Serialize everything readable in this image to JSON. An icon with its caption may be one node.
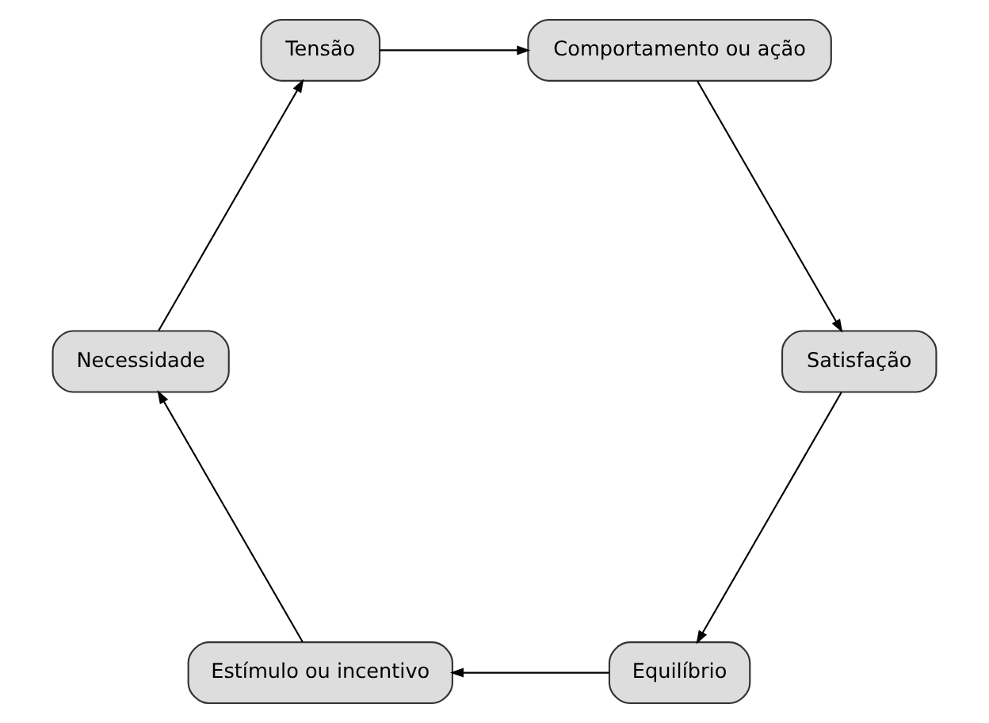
{
  "diagram": {
    "nodes": [
      {
        "text": [
          "Equilíbrio"
        ]
      },
      {
        "text": [
          "Estímulo ou incentivo"
        ]
      },
      {
        "text": [
          "Necessidade"
        ]
      },
      {
        "text": [
          "Tensão"
        ]
      },
      {
        "text": [
          "Comportamento ou ação"
        ]
      },
      {
        "text": [
          "Satisfação"
        ]
      }
    ],
    "edges": [
      {
        "from": 0,
        "to": 1,
        "arrow": "to"
      },
      {
        "from": 1,
        "to": 2,
        "arrow": "to"
      },
      {
        "from": 2,
        "to": 3,
        "arrow": "to"
      },
      {
        "from": 3,
        "to": 4,
        "arrow": "to"
      },
      {
        "from": 4,
        "to": 5,
        "arrow": "to"
      },
      {
        "from": 5,
        "to": 0,
        "arrow": "to"
      }
    ]
  }
}
